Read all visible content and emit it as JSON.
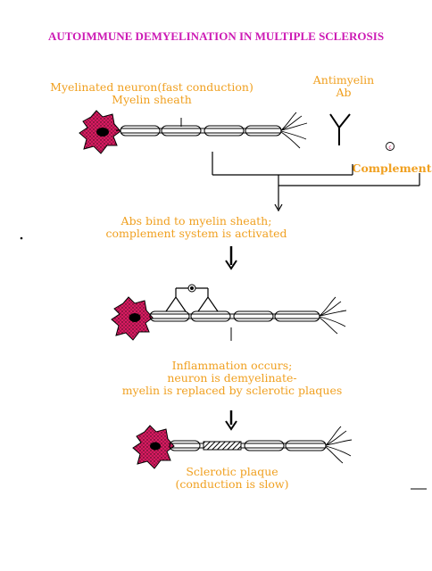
{
  "title": "AUTOIMMUNE DEMYELINATION IN MULTIPLE SCLEROSIS",
  "labels": {
    "myelinated_neuron": "Myelinated neuron(fast conduction)",
    "myelin_sheath": "Myelin sheath",
    "antimyelin_ab_line1": "Antimyelin",
    "antimyelin_ab_line2": "Ab",
    "complement": "Complement",
    "complement_symbol": "c",
    "step1_line1": "Abs bind to myelin sheath;",
    "step1_line2": "complement system is activated",
    "step2_line1": "Inflammation occurs;",
    "step2_line2": "neuron is demyelinate-",
    "step2_line3": "myelin is replaced by sclerotic plaques",
    "plaque_line1": "Sclerotic plaque",
    "plaque_line2": "(conduction is slow)"
  },
  "colors": {
    "title": "#cc1ab4",
    "label_text": "#f0a020",
    "cell_body": "#d81b60",
    "line": "#000000"
  }
}
